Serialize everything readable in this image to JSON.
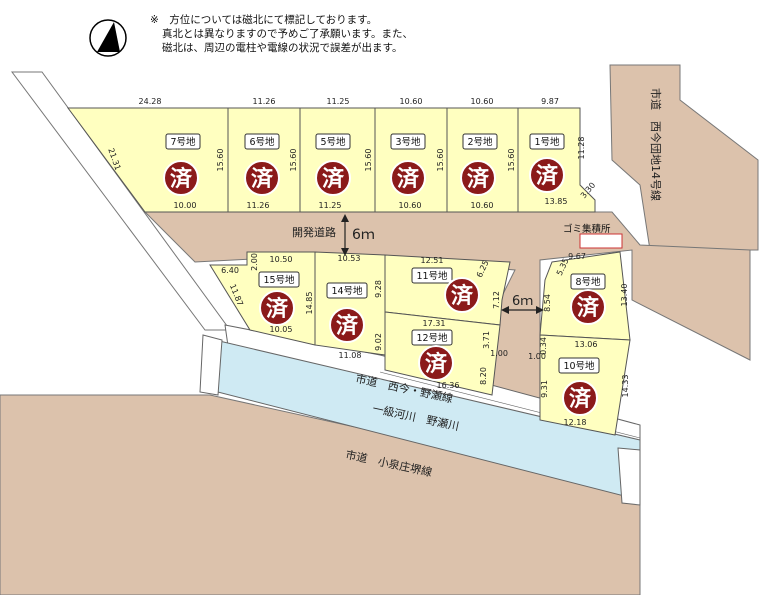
{
  "notes": {
    "line1": "※　方位については磁北にて標記しております。",
    "line2": "真北とは異なりますので予めご了承願います。また、",
    "line3": "磁北は、周辺の電柱や電線の状況で誤差が出ます。"
  },
  "roads": {
    "east_road": "市道　西今団地14号線",
    "dev_road": "開発道路",
    "dev_road_width": "6ｍ",
    "branch_width": "6ｍ",
    "river_road": "市道　西今・野瀬線",
    "river": "一級河川　野瀬川",
    "south_road": "市道　小泉庄堺線",
    "garbage": "ゴミ集積所"
  },
  "sold_mark": "済",
  "lots": [
    {
      "label": "7号地"
    },
    {
      "label": "6号地"
    },
    {
      "label": "5号地"
    },
    {
      "label": "3号地"
    },
    {
      "label": "2号地"
    },
    {
      "label": "1号地"
    },
    {
      "label": "15号地"
    },
    {
      "label": "14号地"
    },
    {
      "label": "11号地"
    },
    {
      "label": "12号地"
    },
    {
      "label": "8号地"
    },
    {
      "label": "10号地"
    }
  ],
  "dims": {
    "top_7": "24.28",
    "top_6": "11.26",
    "top_5": "11.25",
    "top_3": "10.60",
    "top_2": "10.60",
    "top_1": "9.87",
    "bot_7": "10.00",
    "bot_6": "11.26",
    "bot_5": "11.25",
    "bot_3": "10.60",
    "bot_2": "10.60",
    "bot_1": "13.85",
    "side_7l": "21.31",
    "side_7r": "15.60",
    "side_6r": "15.60",
    "side_5r": "15.60",
    "side_3r": "15.60",
    "side_2r": "15.60",
    "side_1r": "11.28",
    "corner_1": "3.30",
    "l15_top": "10.50",
    "l15_left": "11.87",
    "l15_bot": "10.05",
    "l15_cut": "6.40",
    "l15_cut2": "2.00",
    "l14_top": "10.53",
    "l14_left": "14.85",
    "l14_right": "9.28",
    "l14_bot": "11.08",
    "l11_top": "12.51",
    "l11_right": "7.12",
    "l11_corner": "6.25",
    "l12_top": "17.31",
    "l12_left": "9.02",
    "l12_right": "3.71",
    "l12_rb": "8.20",
    "l12_bot": "16.36",
    "l12_small": "1.00",
    "l8_top": "9.67",
    "l8_left": "8.54",
    "l8_right": "13.40",
    "l8_corner": "5.35",
    "l10_top": "13.06",
    "l10_left": "9.31",
    "l10_right": "14.33",
    "l10_bot": "12.18",
    "l10_small": "1.00",
    "l10_left2": "0.34"
  },
  "colors": {
    "lot_fill": "#ffffc0",
    "road_fill": "#dcc2ac",
    "river_fill": "#cfeaf3",
    "stamp_fill": "#8b1a1a"
  }
}
